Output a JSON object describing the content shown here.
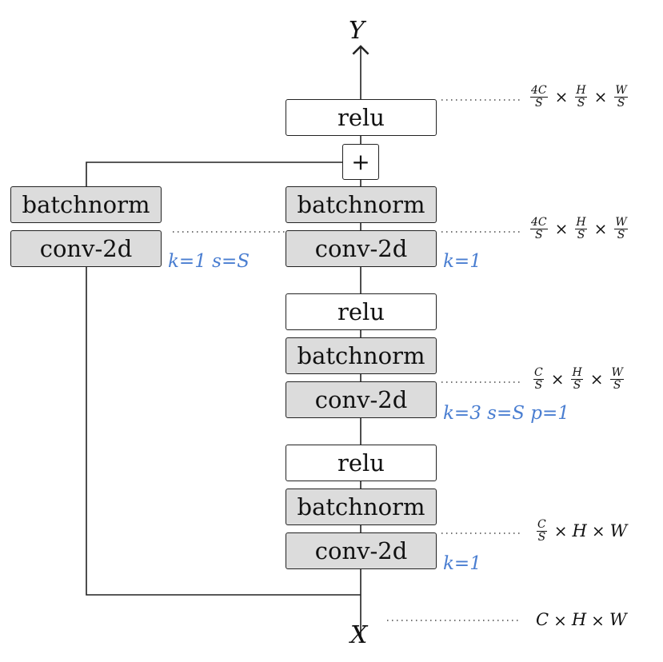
{
  "symbols": {
    "output": "Y",
    "input": "X"
  },
  "blocks": {
    "relu": "relu",
    "batchnorm": "batchnorm",
    "conv": "conv-2d",
    "add": "+"
  },
  "params": {
    "shortcut_conv": "k=1 s=S",
    "conv_top": "k=1",
    "conv_mid": "k=3 s=S p=1",
    "conv_bottom": "k=1"
  },
  "dims": {
    "top": {
      "f1_num": "4C",
      "f1_den": "S",
      "f2_num": "H",
      "f2_den": "S",
      "f3_num": "W",
      "f3_den": "S",
      "times": "×"
    },
    "conv_top": {
      "f1_num": "4C",
      "f1_den": "S",
      "f2_num": "H",
      "f2_den": "S",
      "f3_num": "W",
      "f3_den": "S",
      "times": "×"
    },
    "conv_mid": {
      "f1_num": "C",
      "f1_den": "S",
      "f2_num": "H",
      "f2_den": "S",
      "f3_num": "W",
      "f3_den": "S",
      "times": "×"
    },
    "conv_bottom": {
      "f1_num": "C",
      "f1_den": "S",
      "t2": "H",
      "t3": "W",
      "times": "×"
    },
    "input": {
      "t1": "C",
      "t2": "H",
      "t3": "W",
      "times": "×"
    }
  }
}
